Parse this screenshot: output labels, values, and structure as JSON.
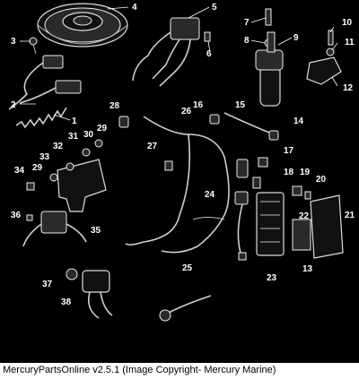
{
  "diagram": {
    "callouts": [
      "1",
      "2",
      "3",
      "4",
      "5",
      "6",
      "7",
      "8",
      "9",
      "10",
      "11",
      "12",
      "13",
      "14",
      "15",
      "16",
      "17",
      "18",
      "19",
      "20",
      "21",
      "22",
      "23",
      "24",
      "25",
      "26",
      "27",
      "28",
      "29",
      "30",
      "31",
      "32",
      "33",
      "34",
      "35",
      "36",
      "37",
      "38"
    ]
  },
  "caption": "MercuryPartsOnline v2.5.1 (Image Copyright- Mercury Marine)",
  "colors": {
    "background": "#000000",
    "line_art": "#ffffff",
    "caption_bar": "#ffffff",
    "caption_text": "#000000"
  }
}
